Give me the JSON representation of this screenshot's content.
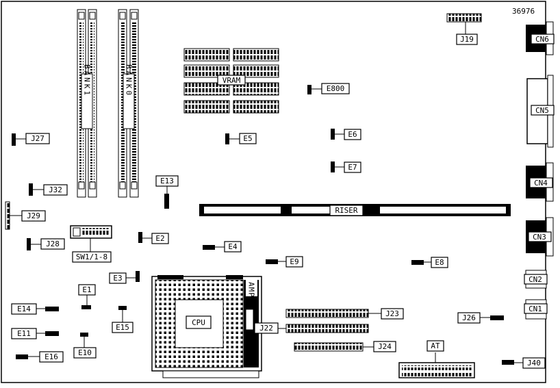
{
  "doc_id": "36976",
  "labels": {
    "cn1": "CN1",
    "cn2": "CN2",
    "cn3": "CN3",
    "cn4": "CN4",
    "cn5": "CN5",
    "cn6": "CN6",
    "j19": "J19",
    "j22": "J22",
    "j23": "J23",
    "j24": "J24",
    "j26": "J26",
    "j27": "J27",
    "j28": "J28",
    "j29": "J29",
    "j32": "J32",
    "j40": "J40",
    "e1": "E1",
    "e2": "E2",
    "e3": "E3",
    "e4": "E4",
    "e5": "E5",
    "e6": "E6",
    "e7": "E7",
    "e8": "E8",
    "e9": "E9",
    "e10": "E10",
    "e11": "E11",
    "e13": "E13",
    "e14": "E14",
    "e15": "E15",
    "e16": "E16",
    "e800": "E800",
    "vram": "VRAM",
    "riser": "RISER",
    "cpu": "CPU",
    "amp": "AMP",
    "at": "AT",
    "sw": "SW1/1-8",
    "bank1": "BANK1",
    "bank0": "BANK0"
  }
}
